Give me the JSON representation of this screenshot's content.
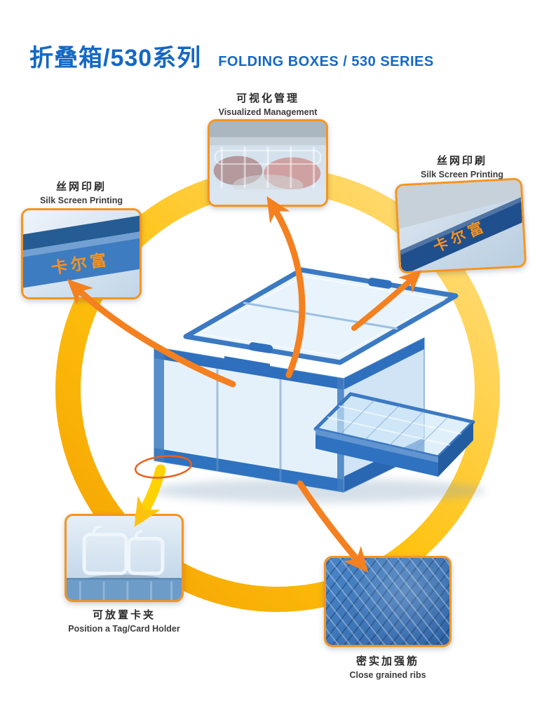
{
  "header": {
    "title_zh": "折叠箱/530系列",
    "title_en": "FOLDING BOXES / 530 SERIES"
  },
  "brand": {
    "silkscreen_text": "卡尔富"
  },
  "callouts": {
    "visualized": {
      "label_zh": "可视化管理",
      "label_en": "Visualized Management"
    },
    "silk_screen_right": {
      "label_zh": "丝网印刷",
      "label_en": "Silk Screen Printing"
    },
    "silk_screen_left": {
      "label_zh": "丝网印刷",
      "label_en": "Silk Screen Printing"
    },
    "card_holder": {
      "label_zh": "可放置卡夹",
      "label_en": "Position a Tag/Card Holder"
    },
    "ribs": {
      "label_zh": "密实加强筋",
      "label_en": "Close grained ribs"
    }
  },
  "colors": {
    "title_blue": "#1568C4",
    "ring_gold": "#FFC20E",
    "arrow_orange": "#F4801F",
    "callout_border_orange": "#F7941D",
    "box_blue": "#2E72C0",
    "brand_text_orange": "#F7941D"
  }
}
